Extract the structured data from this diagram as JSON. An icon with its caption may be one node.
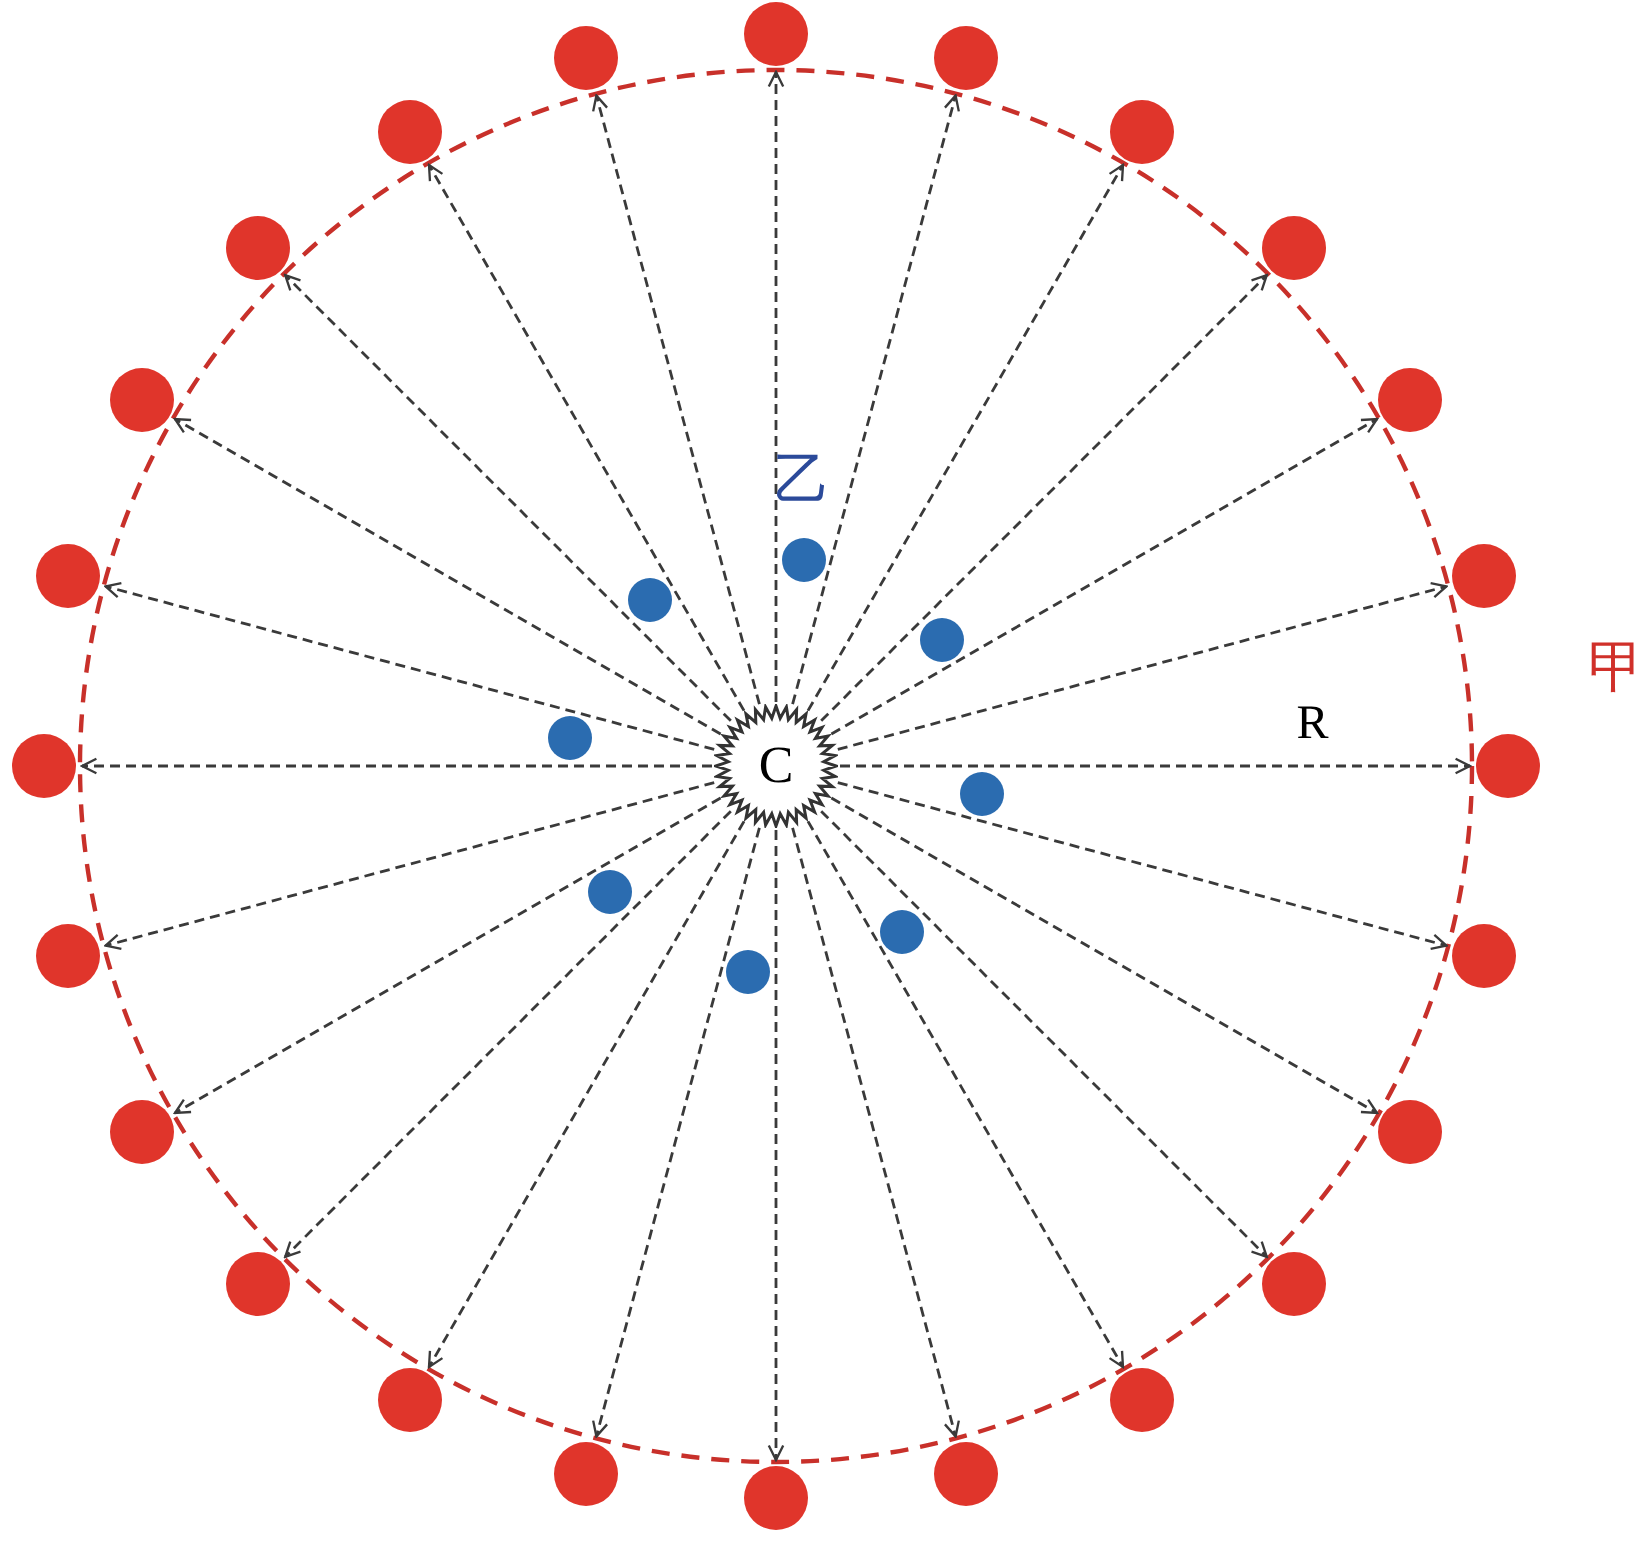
{
  "diagram": {
    "nodes": [
      {
        "text": [
          "C"
        ]
      },
      {
        "text": [],
        "shape": "circle"
      },
      {
        "text": [],
        "shape": "circle"
      },
      {
        "text": [],
        "shape": "circle"
      },
      {
        "text": [],
        "shape": "circle"
      },
      {
        "text": [],
        "shape": "circle"
      },
      {
        "text": [],
        "shape": "circle"
      },
      {
        "text": [],
        "shape": "circle"
      },
      {
        "text": [],
        "shape": "circle"
      },
      {
        "text": [],
        "shape": "circle"
      },
      {
        "text": [],
        "shape": "circle"
      },
      {
        "text": [],
        "shape": "circle"
      },
      {
        "text": [],
        "shape": "circle"
      },
      {
        "text": [],
        "shape": "circle"
      },
      {
        "text": [],
        "shape": "circle"
      },
      {
        "text": [],
        "shape": "circle"
      },
      {
        "text": [],
        "shape": "circle"
      },
      {
        "text": [],
        "shape": "circle"
      },
      {
        "text": [],
        "shape": "circle"
      },
      {
        "text": [],
        "shape": "circle"
      },
      {
        "text": [],
        "shape": "circle"
      },
      {
        "text": [],
        "shape": "circle"
      },
      {
        "text": [],
        "shape": "circle"
      },
      {
        "text": [],
        "shape": "circle"
      },
      {
        "text": [],
        "shape": "circle"
      },
      {
        "text": [],
        "shape": "circle"
      },
      {
        "text": [],
        "shape": "circle"
      },
      {
        "text": [],
        "shape": "circle"
      },
      {
        "text": [],
        "shape": "circle"
      },
      {
        "text": [],
        "shape": "circle"
      },
      {
        "text": [],
        "shape": "circle"
      },
      {
        "text": [],
        "shape": "circle"
      },
      {
        "text": [],
        "shape": "circle"
      }
    ],
    "edges": [
      {
        "from": 0,
        "to": 1,
        "arrow": "to",
        "style": "dashed"
      },
      {
        "from": 0,
        "to": 2,
        "arrow": "to",
        "style": "dashed"
      },
      {
        "from": 0,
        "to": 3,
        "arrow": "to",
        "style": "dashed"
      },
      {
        "from": 0,
        "to": 4,
        "arrow": "to",
        "style": "dashed"
      },
      {
        "from": 0,
        "to": 5,
        "arrow": "to",
        "style": "dashed"
      },
      {
        "from": 0,
        "to": 6,
        "arrow": "to",
        "style": "dashed"
      },
      {
        "from": 0,
        "to": 7,
        "arrow": "to",
        "style": "dashed"
      },
      {
        "from": 0,
        "to": 8,
        "arrow": "to",
        "style": "dashed"
      },
      {
        "from": 0,
        "to": 9,
        "arrow": "to",
        "style": "dashed"
      },
      {
        "from": 0,
        "to": 10,
        "arrow": "to",
        "style": "dashed"
      },
      {
        "from": 0,
        "to": 11,
        "arrow": "to",
        "style": "dashed"
      },
      {
        "from": 0,
        "to": 12,
        "arrow": "to",
        "style": "dashed"
      },
      {
        "from": 0,
        "to": 13,
        "arrow": "to",
        "style": "dashed",
        "label": "R"
      },
      {
        "from": 0,
        "to": 14,
        "arrow": "to",
        "style": "dashed"
      },
      {
        "from": 0,
        "to": 15,
        "arrow": "to",
        "style": "dashed"
      },
      {
        "from": 0,
        "to": 16,
        "arrow": "to",
        "style": "dashed"
      },
      {
        "from": 0,
        "to": 17,
        "arrow": "to",
        "style": "dashed"
      },
      {
        "from": 0,
        "to": 18,
        "arrow": "to",
        "style": "dashed"
      },
      {
        "from": 0,
        "to": 19,
        "arrow": "to",
        "style": "dashed"
      },
      {
        "from": 0,
        "to": 20,
        "arrow": "to",
        "style": "dashed"
      },
      {
        "from": 0,
        "to": 21,
        "arrow": "to",
        "style": "dashed"
      },
      {
        "from": 0,
        "to": 22,
        "arrow": "to",
        "style": "dashed"
      },
      {
        "from": 0,
        "to": 23,
        "arrow": "to",
        "style": "dashed"
      },
      {
        "from": 0,
        "to": 24,
        "arrow": "to",
        "style": "dashed"
      }
    ],
    "labels": [
      "乙",
      "甲"
    ]
  }
}
